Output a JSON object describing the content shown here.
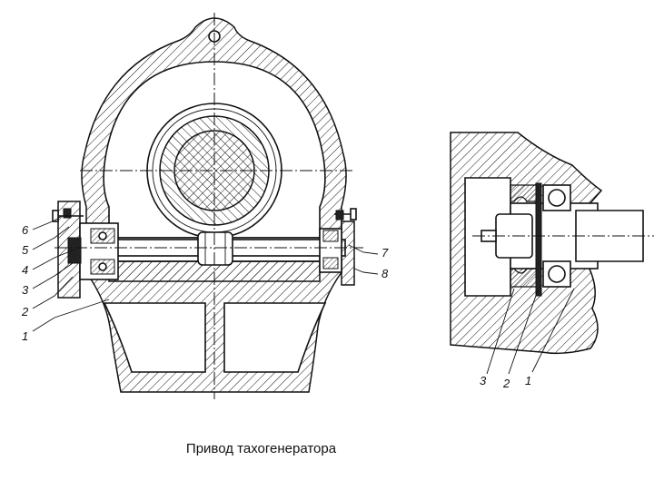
{
  "caption": "Привод тахогенератора",
  "left_view_labels": {
    "l1": "1",
    "l2": "2",
    "l3": "3",
    "l4": "4",
    "l5": "5",
    "l6": "6",
    "l7": "7",
    "l8": "8"
  },
  "right_view_labels": {
    "r3": "3",
    "r2": "2",
    "r1": "1"
  },
  "colors": {
    "ink": "#111111",
    "paper": "#ffffff"
  }
}
